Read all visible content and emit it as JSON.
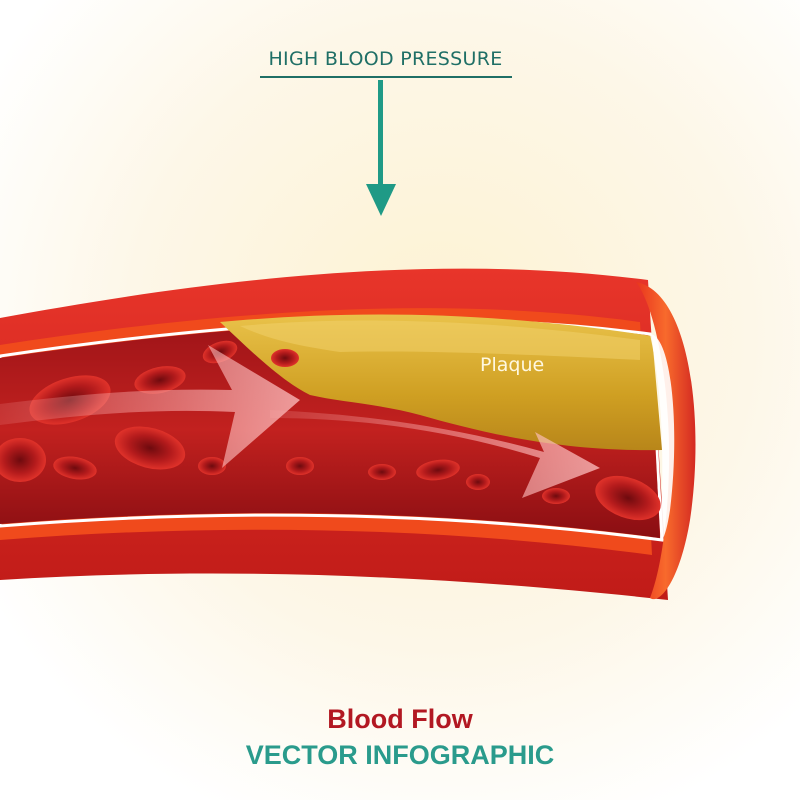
{
  "annotation": {
    "pressure_label": "HIGH BLOOD PRESSURE",
    "plaque_label": "Plaque"
  },
  "footer": {
    "title": "Blood Flow",
    "subtitle": "VECTOR INFOGRAPHIC"
  },
  "icons": [
    "down-arrow-icon",
    "flow-arrow-icon"
  ],
  "colors": {
    "arrow_teal": "#1f9a86",
    "artery_red": "#d42a22",
    "artery_inner": "#f04a1c",
    "blood_dark": "#8c0f14",
    "plaque_yellow": "#d3a523",
    "title_red": "#b21822",
    "subtitle_teal": "#2a9b8c"
  }
}
